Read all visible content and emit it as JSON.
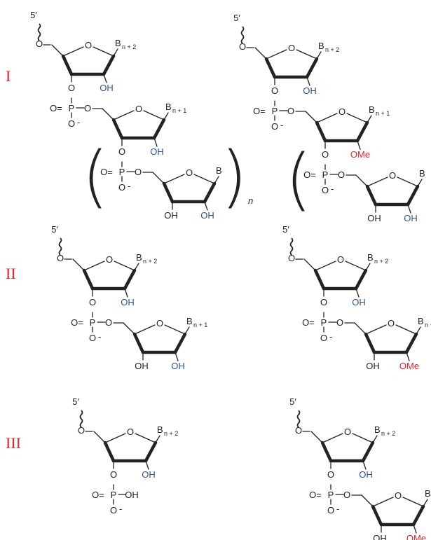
{
  "colors": {
    "roman": "#e8202a",
    "hydroxyl": "#2c50a8",
    "methoxy": "#e8202a",
    "ink": "#222222"
  },
  "rows": [
    {
      "label": "I"
    },
    {
      "label": "II"
    },
    {
      "label": "III"
    }
  ],
  "atoms": {
    "prime": "5′",
    "O": "O",
    "P": "P",
    "B": "B",
    "dbl_O": "O=",
    "minus": "-",
    "OH": "OH",
    "OMe": "OMe",
    "n": "n",
    "n_plus_2": "n + 2",
    "n_plus_1": "n + 1",
    "paren_open": "(",
    "paren_close": ")"
  }
}
